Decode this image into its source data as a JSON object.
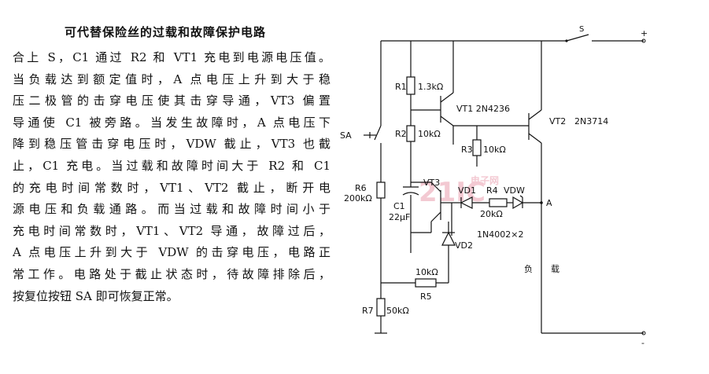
{
  "title": "可代替保险丝的过载和故障保护电路",
  "description_lines": [
    "合上 S，C1 通过 R2 和 VT1 充电到电源电压值。",
    "当负载达到额定值时，A 点电压上升到大于稳",
    "压二极管的击穿电压使其击穿导通，VT3 偏置",
    "导通使 C1 被旁路。当发生故障时，A 点电压下",
    "降到稳压管击穿电压时，VDW 截止，VT3 也截",
    "止，C1 充电。当过载和故障时间大于 R2 和 C1",
    "的充电时间常数时，VT1、VT2 截止，断开电",
    "源电压和负载通路。而当过载和故障时间小于",
    "充电时间常数时，VT1、VT2 导通，故障过后，",
    "A 点电压上升到大于 VDW 的击穿电压，电路正",
    "常工作。电路处于截止状态时，待故障排除后，",
    "按复位按钮 SA 即可恢复正常。"
  ],
  "circuit": {
    "switch_s": "S",
    "plus": "+",
    "minus": "-",
    "r1": "R1",
    "r1_value": "1.3kΩ",
    "r2": "R2",
    "r2_value": "10kΩ",
    "r3": "R3",
    "r3_value": "10kΩ",
    "r4": "R4",
    "r4_value": "20kΩ",
    "r5": "R5",
    "r5_value": "10kΩ",
    "r6": "R6",
    "r6_value": "200kΩ",
    "r7": "R7",
    "r7_value": "50kΩ",
    "vt1": "VT1 2N4236",
    "vt2": "VT2",
    "vt2_part": "2N3714",
    "vt3": "VT3",
    "vd1": "VD1",
    "vd2": "VD2",
    "vd_part": "1N4002×2",
    "vdw": "VDW",
    "c1": "C1",
    "c1_value": "22μF",
    "sa": "SA",
    "node_a": "A",
    "load_1": "负",
    "load_2": "载",
    "watermark": "21IC",
    "watermark_small": "电子网"
  }
}
